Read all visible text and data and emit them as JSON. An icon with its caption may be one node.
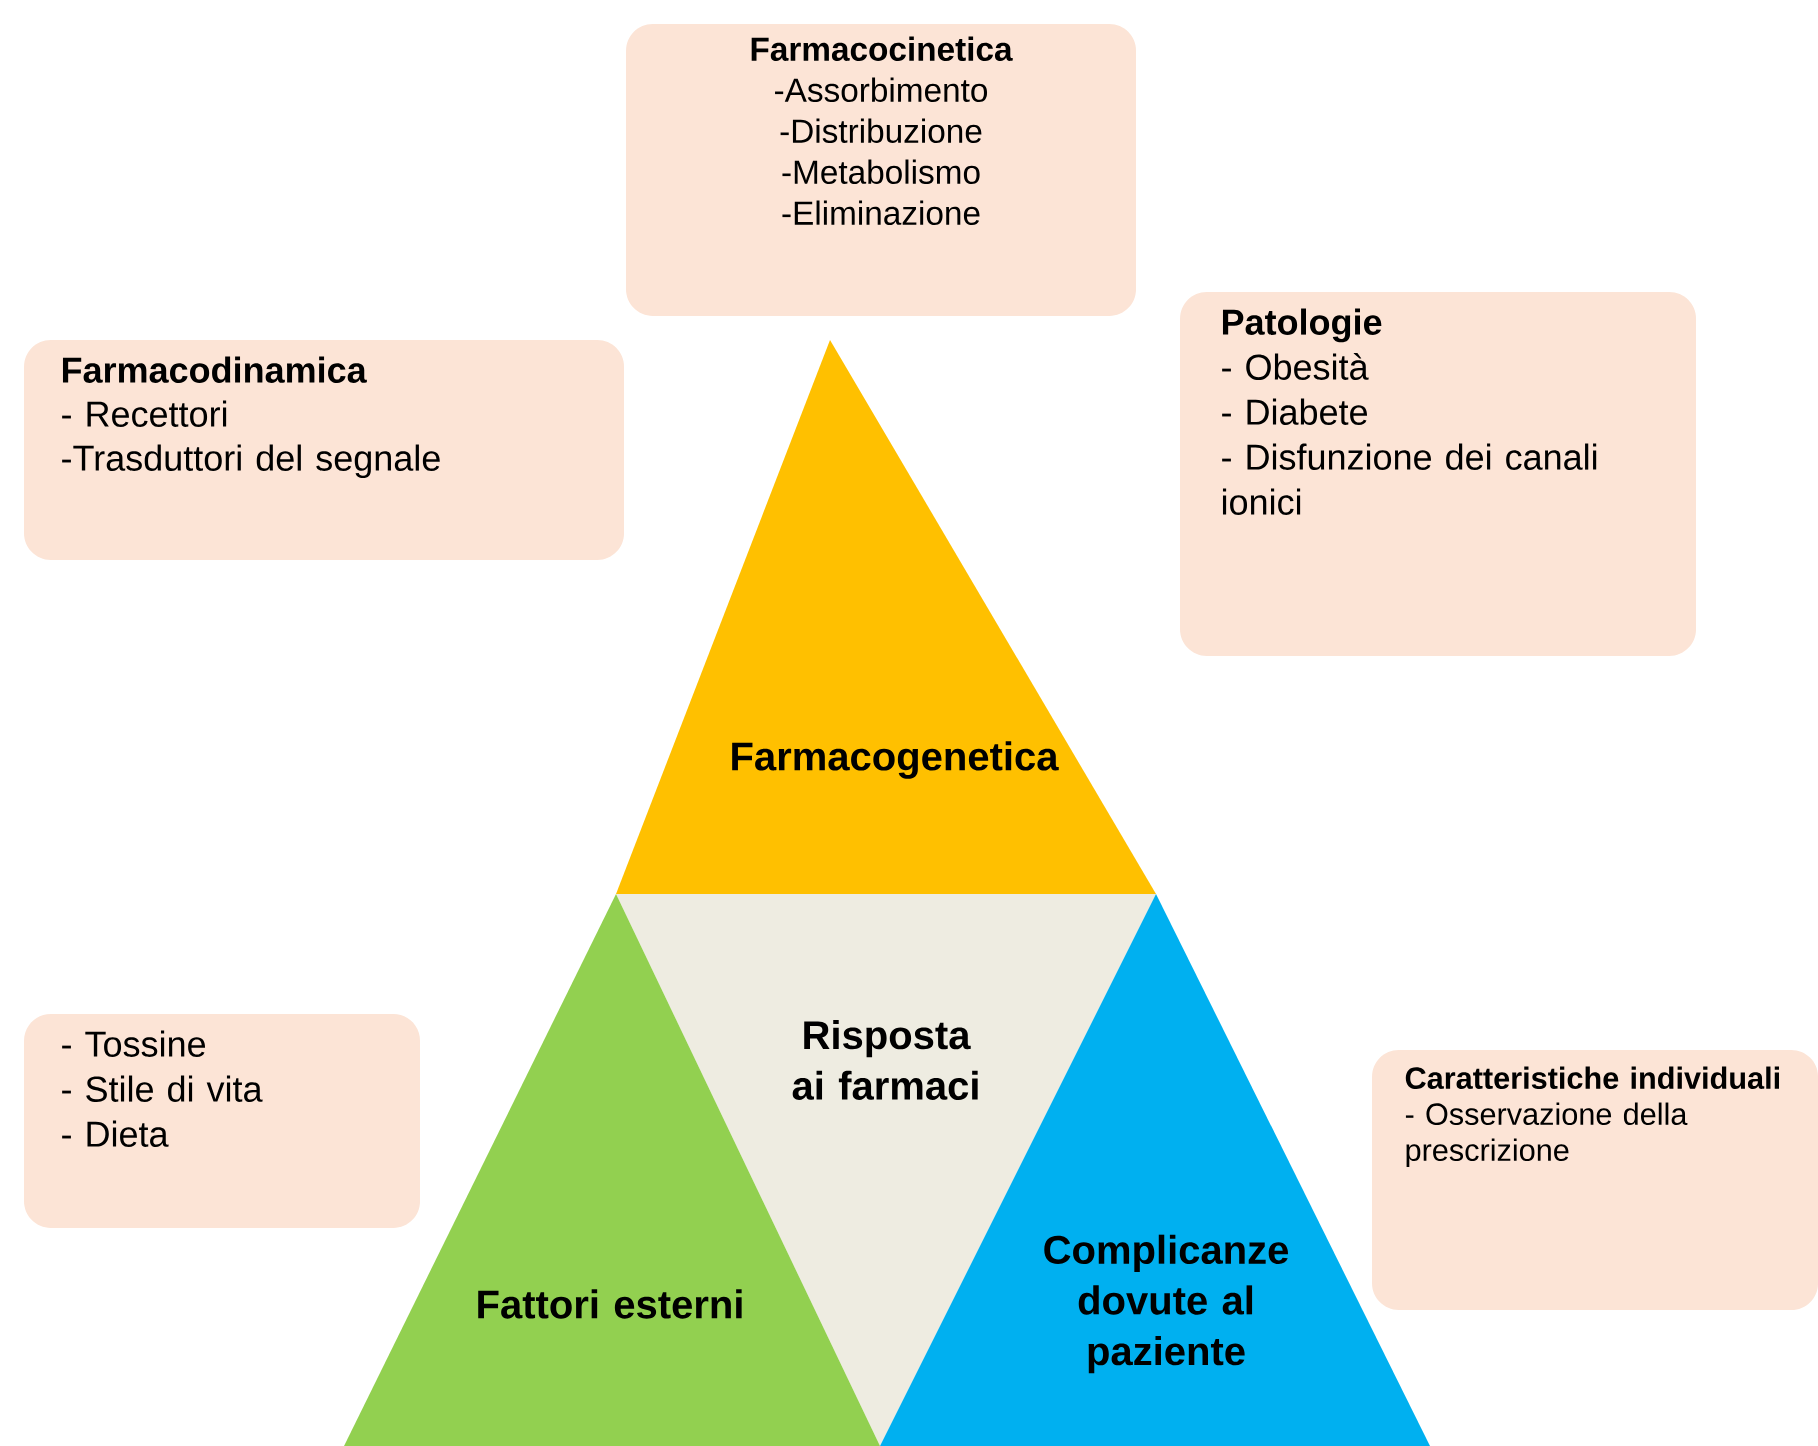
{
  "diagram": {
    "nodes": [
      {
        "text": [
          "Farmacocinetica",
          "-Assorbimento",
          "-Distribuzione",
          "-Metabolismo",
          "-Eliminazione"
        ]
      },
      {
        "text": [
          "Farmacodinamica",
          "- Recettori",
          "-Trasduttori del segnale"
        ]
      },
      {
        "text": [
          "Patologie",
          "- Obesità",
          "- Diabete",
          "- Disfunzione dei canali ionici"
        ]
      },
      {
        "text": [
          "Farmacogenetica"
        ]
      },
      {
        "text": [
          "Risposta ai farmaci"
        ]
      },
      {
        "text": [
          "Fattori esterni"
        ]
      },
      {
        "text": [
          "Complicanze dovute al paziente"
        ]
      },
      {
        "text": [
          "- Tossine",
          "- Stile di vita",
          "- Dieta"
        ]
      },
      {
        "text": [
          "Caratteristiche individuali",
          "- Osservazione della prescrizione"
        ]
      }
    ]
  }
}
